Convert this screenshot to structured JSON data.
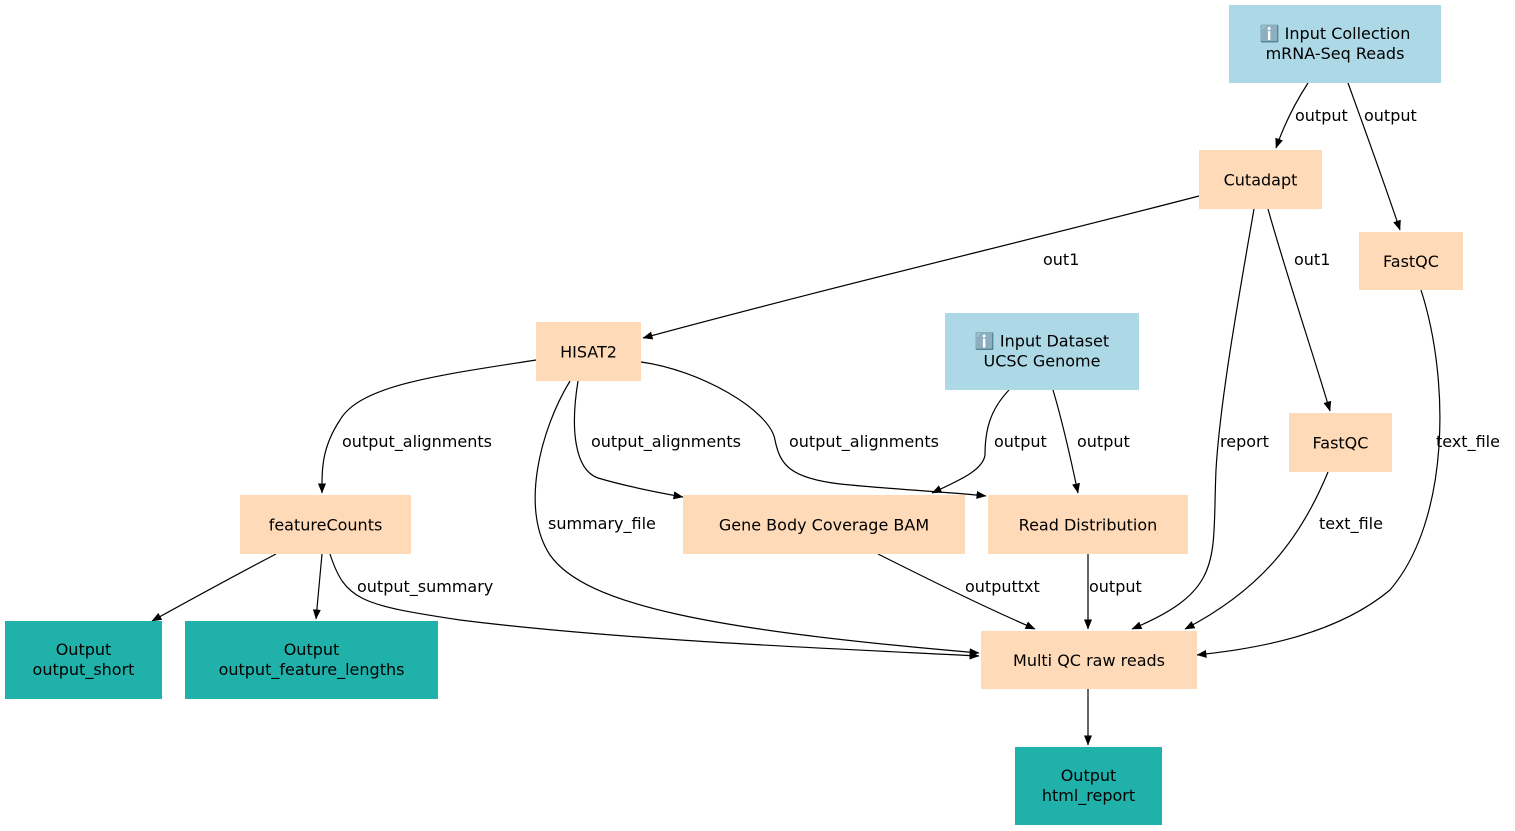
{
  "colors": {
    "input": "#add8e6",
    "step": "#ffdab9",
    "output": "#20b2aa",
    "edge": "#000000"
  },
  "nodes": {
    "input_collection": {
      "icon": "ℹ️",
      "line1": "Input Collection",
      "line2": "mRNA-Seq Reads",
      "kind": "input"
    },
    "cutadapt": {
      "line1": "Cutadapt",
      "kind": "step"
    },
    "fastqc_raw": {
      "line1": "FastQC",
      "kind": "step"
    },
    "hisat2": {
      "line1": "HISAT2",
      "kind": "step"
    },
    "input_dataset": {
      "icon": "ℹ️",
      "line1": "Input Dataset",
      "line2": "UCSC Genome",
      "kind": "input"
    },
    "fastqc_trimmed": {
      "line1": "FastQC",
      "kind": "step"
    },
    "featurecounts": {
      "line1": "featureCounts",
      "kind": "step"
    },
    "gene_body_coverage": {
      "line1": "Gene Body Coverage BAM",
      "kind": "step"
    },
    "read_distribution": {
      "line1": "Read Distribution",
      "kind": "step"
    },
    "output_short": {
      "line1": "Output",
      "line2": "output_short",
      "kind": "output"
    },
    "output_feature_lengths": {
      "line1": "Output",
      "line2": "output_feature_lengths",
      "kind": "output"
    },
    "multiqc": {
      "line1": "Multi QC raw reads",
      "kind": "step"
    },
    "output_html_report": {
      "line1": "Output",
      "line2": "html_report",
      "kind": "output"
    }
  },
  "edges": [
    {
      "from": "input_collection",
      "to": "cutadapt",
      "label": "output"
    },
    {
      "from": "input_collection",
      "to": "fastqc_raw",
      "label": "output"
    },
    {
      "from": "cutadapt",
      "to": "hisat2",
      "label": "out1"
    },
    {
      "from": "cutadapt",
      "to": "fastqc_trimmed",
      "label": "out1"
    },
    {
      "from": "cutadapt",
      "to": "multiqc",
      "label": "report"
    },
    {
      "from": "fastqc_raw",
      "to": "multiqc",
      "label": "text_file"
    },
    {
      "from": "hisat2",
      "to": "featurecounts",
      "label": "output_alignments"
    },
    {
      "from": "hisat2",
      "to": "gene_body_coverage",
      "label": "output_alignments"
    },
    {
      "from": "hisat2",
      "to": "read_distribution",
      "label": "output_alignments"
    },
    {
      "from": "hisat2",
      "to": "multiqc",
      "label": "summary_file"
    },
    {
      "from": "input_dataset",
      "to": "gene_body_coverage",
      "label": "output"
    },
    {
      "from": "input_dataset",
      "to": "read_distribution",
      "label": "output"
    },
    {
      "from": "fastqc_trimmed",
      "to": "multiqc",
      "label": "text_file"
    },
    {
      "from": "featurecounts",
      "to": "output_short",
      "label": ""
    },
    {
      "from": "featurecounts",
      "to": "output_feature_lengths",
      "label": ""
    },
    {
      "from": "featurecounts",
      "to": "multiqc",
      "label": "output_summary"
    },
    {
      "from": "gene_body_coverage",
      "to": "multiqc",
      "label": "outputtxt"
    },
    {
      "from": "read_distribution",
      "to": "multiqc",
      "label": "output"
    },
    {
      "from": "multiqc",
      "to": "output_html_report",
      "label": ""
    }
  ]
}
